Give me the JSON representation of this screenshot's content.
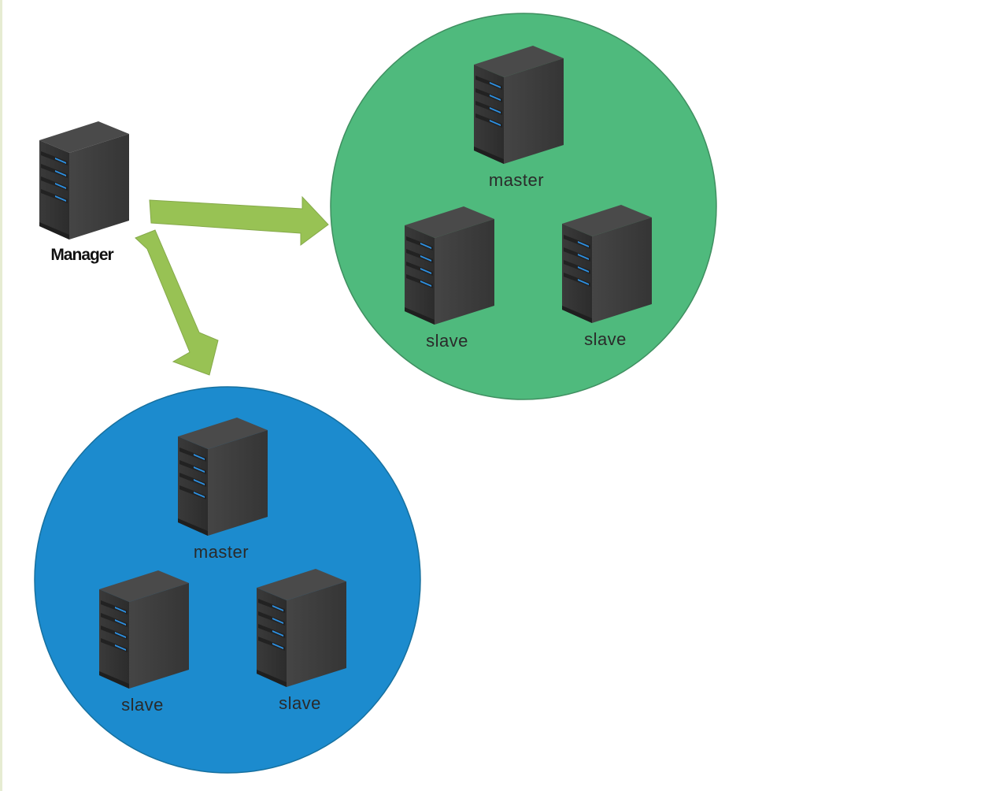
{
  "manager": {
    "label": "Manager",
    "icon": "server-icon"
  },
  "clusters": [
    {
      "color": "#4fba7d",
      "master": {
        "label": "master",
        "icon": "server-icon"
      },
      "slaves": [
        {
          "label": "slave",
          "icon": "server-icon"
        },
        {
          "label": "slave",
          "icon": "server-icon"
        }
      ]
    },
    {
      "color": "#1c8bce",
      "master": {
        "label": "master",
        "icon": "server-icon"
      },
      "slaves": [
        {
          "label": "slave",
          "icon": "server-icon"
        },
        {
          "label": "slave",
          "icon": "server-icon"
        }
      ]
    }
  ],
  "arrow_color": "#98c254"
}
